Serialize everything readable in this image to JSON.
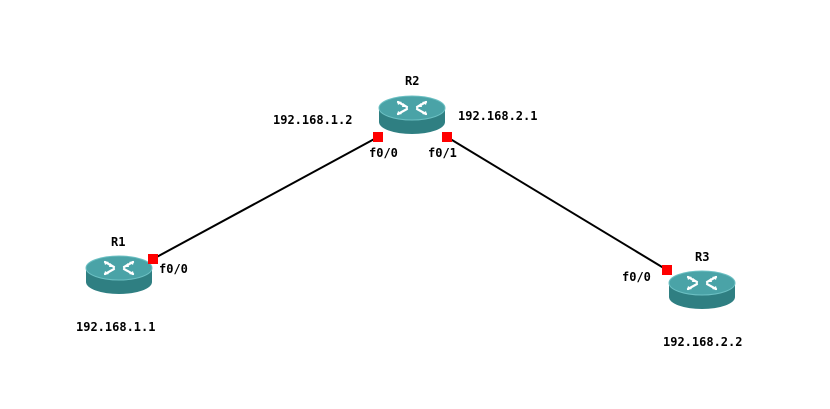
{
  "colors": {
    "background": "#ffffff",
    "link": "#000000",
    "port_marker": "#ff0000",
    "router_top": "#4aa3a7",
    "router_side": "#2f7f82",
    "router_icon": "#ffffff"
  },
  "icon": "router-icon",
  "routers": [
    {
      "name": "R1",
      "ip": "192.168.1.1"
    },
    {
      "name": "R2",
      "ip_left": "192.168.1.2",
      "ip_right": "192.168.2.1"
    },
    {
      "name": "R3",
      "ip": "192.168.2.2"
    }
  ],
  "links": [
    {
      "from": "R1",
      "from_port": "f0/0",
      "to": "R2",
      "to_port": "f0/0"
    },
    {
      "from": "R2",
      "from_port": "f0/1",
      "to": "R3",
      "to_port": "f0/0"
    }
  ]
}
